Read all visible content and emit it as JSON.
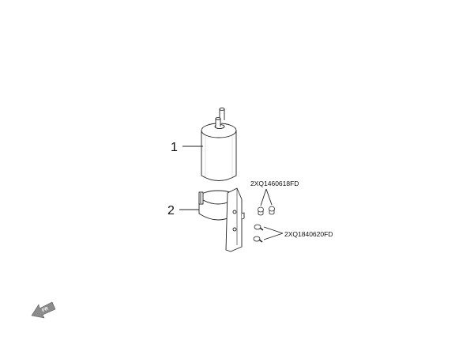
{
  "callouts": [
    {
      "number": "1",
      "part": "fuel-filter"
    },
    {
      "number": "2",
      "part": "filter-bracket-clamp"
    }
  ],
  "fastener_codes": [
    {
      "code": "2XQ1460618FD"
    },
    {
      "code": "2XQ1840620FD"
    }
  ],
  "orientation_indicator": {
    "label": "FR"
  },
  "colors": {
    "line": "#222222",
    "text": "#111111",
    "background": "#ffffff",
    "arrow_fill": "#8c8c8c"
  }
}
